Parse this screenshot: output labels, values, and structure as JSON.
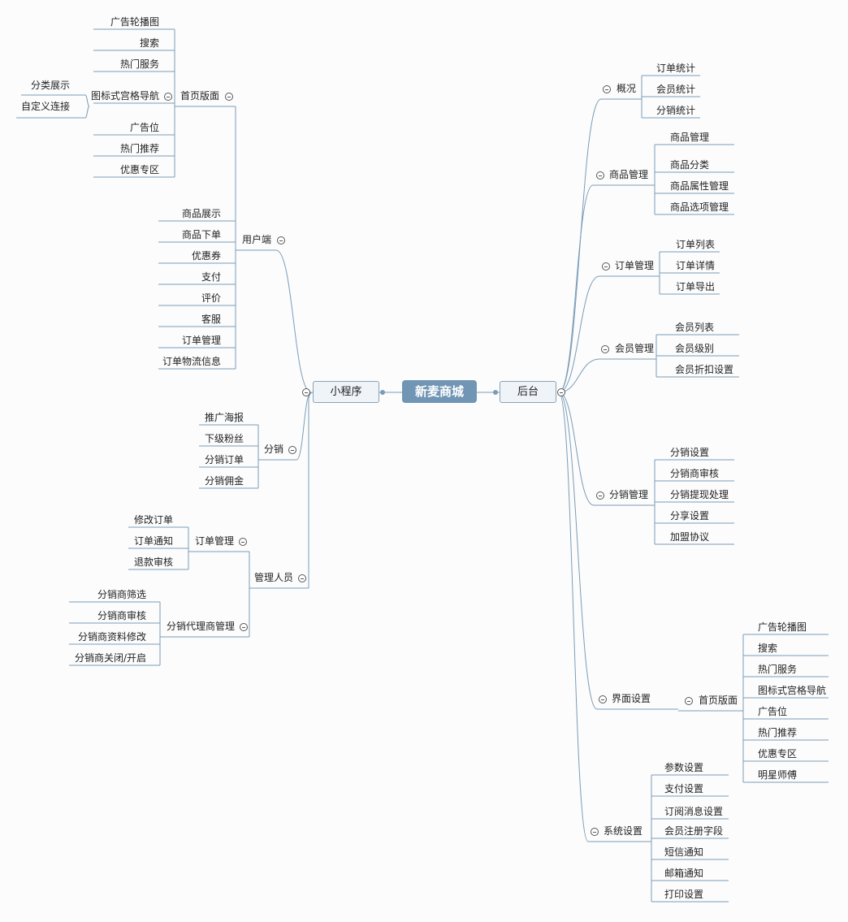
{
  "root": "新麦商城",
  "left": {
    "label": "小程序",
    "user": {
      "label": "用户端",
      "home": {
        "label": "首页版面",
        "items": [
          "广告轮播图",
          "搜索",
          "热门服务",
          "图标式宫格导航",
          "广告位",
          "热门推荐",
          "优惠专区"
        ],
        "grid_children": [
          "分类展示",
          "自定义连接"
        ]
      },
      "items": [
        "商品展示",
        "商品下单",
        "优惠券",
        "支付",
        "评价",
        "客服",
        "订单管理",
        "订单物流信息"
      ]
    },
    "dist": {
      "label": "分销",
      "items": [
        "推广海报",
        "下级粉丝",
        "分销订单",
        "分销佣金"
      ]
    },
    "admin": {
      "label": "管理人员",
      "orders": {
        "label": "订单管理",
        "items": [
          "修改订单",
          "订单通知",
          "退款审核"
        ]
      },
      "agents": {
        "label": "分销代理商管理",
        "items": [
          "分销商筛选",
          "分销商审核",
          "分销商资料修改",
          "分销商关闭/开启"
        ]
      }
    }
  },
  "right": {
    "label": "后台",
    "overview": {
      "label": "概况",
      "items": [
        "订单统计",
        "会员统计",
        "分销统计"
      ]
    },
    "goods": {
      "label": "商品管理",
      "items": [
        "商品管理",
        "商品分类",
        "商品属性管理",
        "商品选项管理"
      ]
    },
    "orders": {
      "label": "订单管理",
      "items": [
        "订单列表",
        "订单详情",
        "订单导出"
      ]
    },
    "members": {
      "label": "会员管理",
      "items": [
        "会员列表",
        "会员级别",
        "会员折扣设置"
      ]
    },
    "dist": {
      "label": "分销管理",
      "items": [
        "分销设置",
        "分销商审核",
        "分销提现处理",
        "分享设置",
        "加盟协议"
      ]
    },
    "ui": {
      "label": "界面设置",
      "home": {
        "label": "首页版面",
        "items": [
          "广告轮播图",
          "搜索",
          "热门服务",
          "图标式宫格导航",
          "广告位",
          "热门推荐",
          "优惠专区",
          "明星师傅"
        ]
      }
    },
    "sys": {
      "label": "系统设置",
      "items": [
        "参数设置",
        "支付设置",
        "订阅消息设置",
        "会员注册字段",
        "短信通知",
        "邮箱通知",
        "打印设置"
      ]
    }
  },
  "colors": {
    "line": "#7a9cb8",
    "root_bg": "#7195b4",
    "box_bg": "#eef4f8"
  }
}
